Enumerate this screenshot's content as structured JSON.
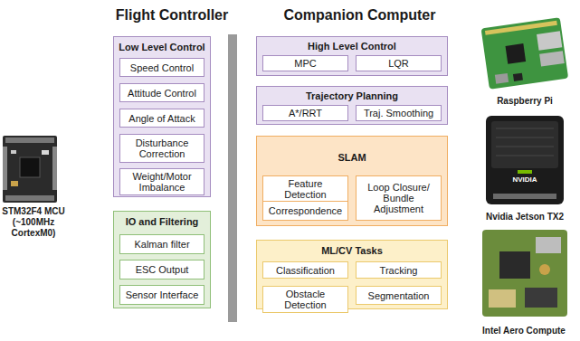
{
  "diagram": {
    "nodes": [
      {
        "text": [
          "Low Level Control"
        ]
      },
      {
        "text": [
          "Speed Control"
        ],
        "in": 0
      },
      {
        "text": [
          "Attitude Control"
        ],
        "in": 0
      },
      {
        "text": [
          "Angle of Attack"
        ],
        "in": 0
      },
      {
        "text": [
          "Disturbance Correction"
        ],
        "in": 0
      },
      {
        "text": [
          "Weight/Motor Imbalance"
        ],
        "in": 0
      },
      {
        "text": [
          "IO and Filtering"
        ]
      },
      {
        "text": [
          "Kalman filter"
        ],
        "in": 6
      },
      {
        "text": [
          "ESC Output"
        ],
        "in": 6
      },
      {
        "text": [
          "Sensor Interface"
        ],
        "in": 6
      },
      {
        "text": [
          "High Level Control"
        ]
      },
      {
        "text": [
          "MPC"
        ],
        "in": 10
      },
      {
        "text": [
          "LQR"
        ],
        "in": 10
      },
      {
        "text": [
          "Trajectory Planning"
        ]
      },
      {
        "text": [
          "A*/RRT"
        ],
        "in": 13
      },
      {
        "text": [
          "Traj. Smoothing"
        ],
        "in": 13
      },
      {
        "text": [
          "SLAM"
        ]
      },
      {
        "text": [
          "Feature Detection"
        ],
        "in": 16
      },
      {
        "text": [
          "Loop Closure/ Bundle Adjustment"
        ],
        "in": 16
      },
      {
        "text": [
          "Correspondence"
        ],
        "in": 16
      },
      {
        "text": [
          "ML/CV Tasks"
        ]
      },
      {
        "text": [
          "Classification"
        ],
        "in": 20
      },
      {
        "text": [
          "Tracking"
        ],
        "in": 20
      },
      {
        "text": [
          "Obstacle Detection"
        ],
        "in": 20
      },
      {
        "text": [
          "Segmentation"
        ],
        "in": 20
      }
    ],
    "labels": [
      "Flight Controller",
      "Companion Computer",
      "STM32F4 MCU (~100MHz CortexM0)",
      "Raspberry Pi",
      "Nvidia Jetson TX2",
      "Intel Aero Compute",
      "NVIDIA"
    ]
  }
}
